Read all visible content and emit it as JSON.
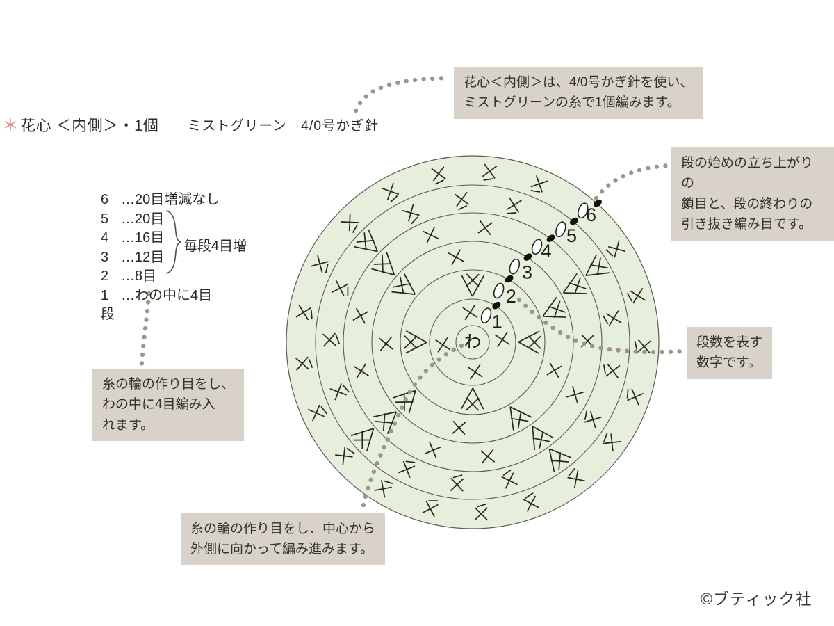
{
  "page": {
    "title_mark": "＊",
    "title": "花心 ＜内側＞・1個",
    "subtitle": "ミストグリーン　4/0号かぎ針",
    "copyright": "©ブティック社"
  },
  "legend": {
    "rows": [
      {
        "num": "6",
        "desc": "…20目増減なし"
      },
      {
        "num": "5",
        "desc": "…20目"
      },
      {
        "num": "4",
        "desc": "…16目"
      },
      {
        "num": "3",
        "desc": "…12目"
      },
      {
        "num": "2",
        "desc": "…8目"
      },
      {
        "num": "1",
        "desc": "…わの中に4目"
      }
    ],
    "axis_label": "段",
    "bracket_note": "毎段4目増"
  },
  "callouts": {
    "yarn_info": "花心＜内側＞は、4/0号かぎ針を使い、\nミストグリーンの糸で1個編みます。",
    "row_start": "段の始めの立ち上がりの\n鎖目と、段の終わりの\n引き抜き編み目です。",
    "row_numbers": "段数を表す\n数字です。",
    "ring_start": "糸の輪の作り目をし、\nわの中に4目編み入\nれます。",
    "direction": "糸の輪の作り目をし、中心から\n外側に向かって編み進みます。"
  },
  "chart_data": {
    "type": "diagram",
    "subtype": "crochet-circular-chart",
    "center_label": "わ",
    "row_numbers": [
      "1",
      "2",
      "3",
      "4",
      "5",
      "6"
    ],
    "rows": [
      {
        "row": 1,
        "stitches": 4,
        "note": "わの中に4目",
        "symbols": 4,
        "increases": 0,
        "ticked": false
      },
      {
        "row": 2,
        "stitches": 8,
        "note": "8目",
        "symbols": 4,
        "increases": 4,
        "ticked": false
      },
      {
        "row": 3,
        "stitches": 12,
        "note": "12目",
        "symbols": 8,
        "increases": 4,
        "ticked": false
      },
      {
        "row": 4,
        "stitches": 16,
        "note": "16目",
        "symbols": 12,
        "increases": 4,
        "ticked": false
      },
      {
        "row": 5,
        "stitches": 20,
        "note": "20目",
        "symbols": 16,
        "increases": 4,
        "ticked": true
      },
      {
        "row": 6,
        "stitches": 20,
        "note": "20目増減なし",
        "symbols": 20,
        "increases": 0,
        "ticked": true
      }
    ],
    "symbols_legend": {
      "x": "細編み",
      "v": "細編み2目編み入れる",
      "oval": "鎖目（立ち上がり）",
      "dot": "引き抜き編み"
    },
    "colors": {
      "circle_fill": "#e5efdc",
      "circle_line": "#5a5a50",
      "symbol": "#26261f",
      "leader_dots": "#a0938a",
      "callout_bg": "#d8d2ca",
      "accent": "#e08a8a",
      "text": "#32322c"
    }
  }
}
